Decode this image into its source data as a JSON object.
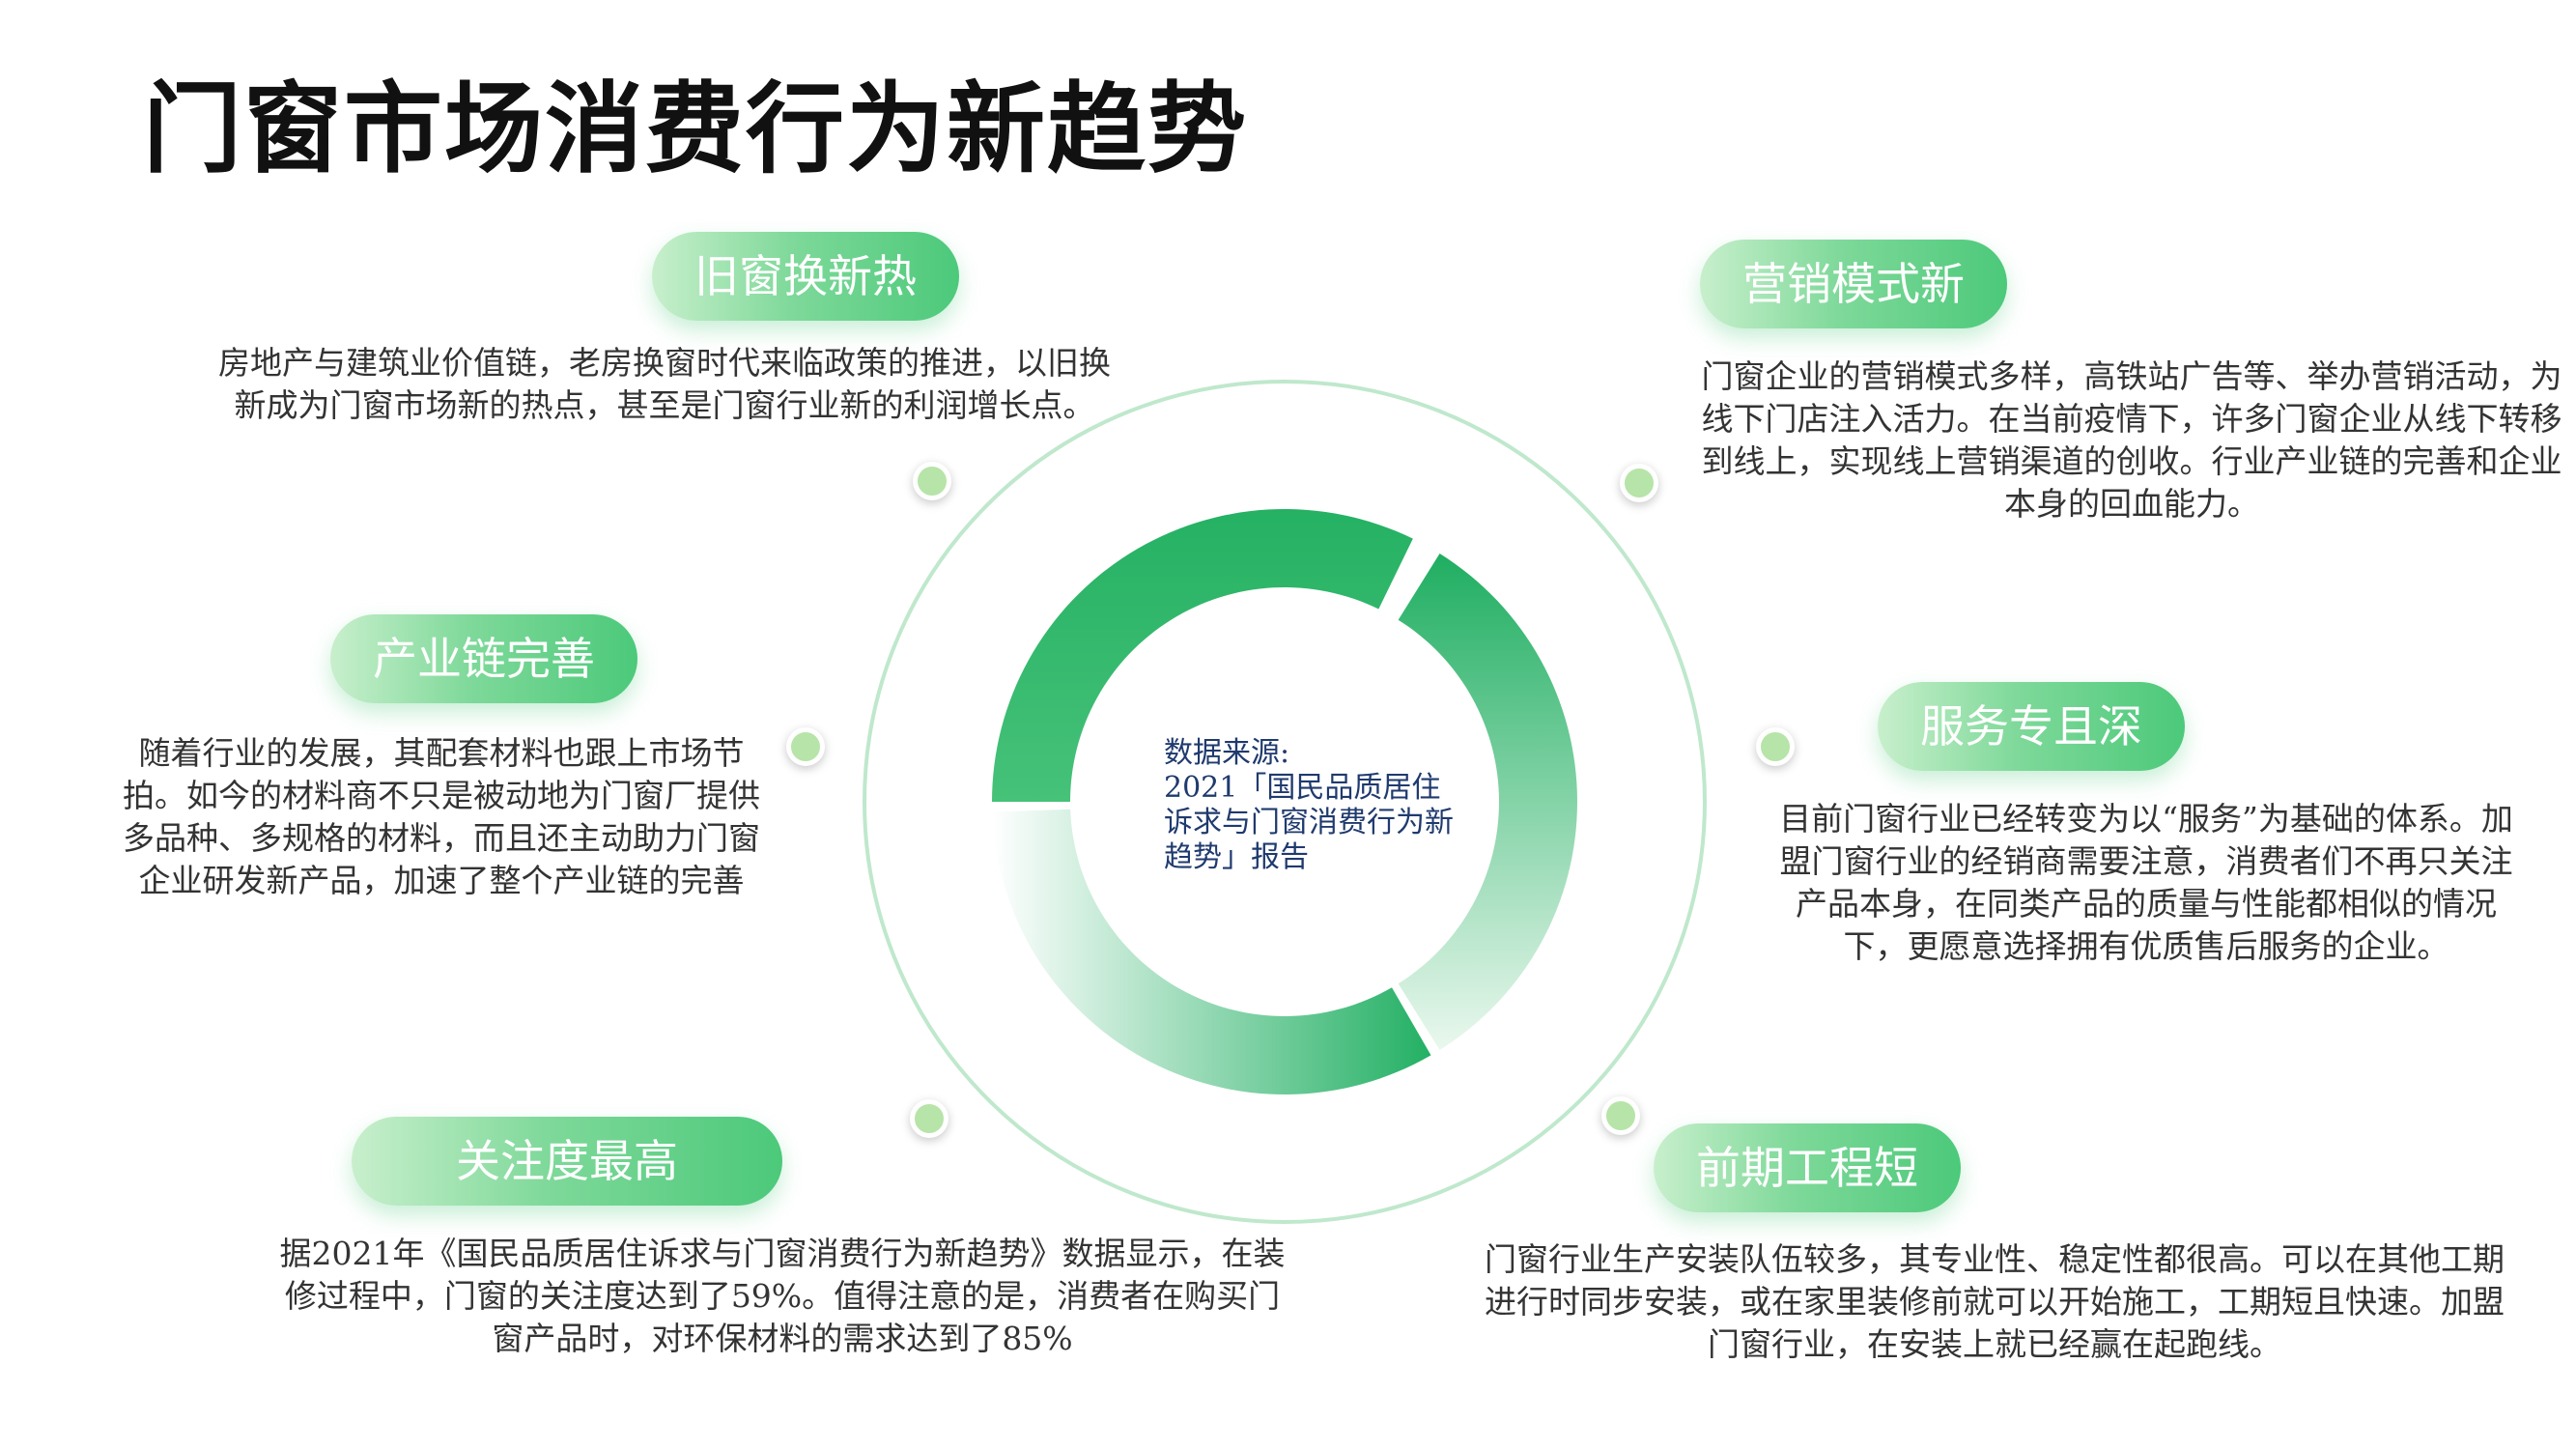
{
  "title": "门窗市场消费行为新趋势",
  "center": {
    "line1": "数据来源:",
    "line2": "2021「国民品质居住诉求与门窗消费行为新趋势」报告"
  },
  "colors": {
    "accent": "#4cc97a",
    "accent_light": "#c8efcc",
    "dot": "#b7e4a8",
    "center_text": "#1f3a6e"
  },
  "trends": [
    {
      "label": "旧窗换新热",
      "text": "房地产与建筑业价值链，老房换窗时代来临政策的推进，以旧换新成为门窗市场新的热点，甚至是门窗行业新的利润增长点。"
    },
    {
      "label": "营销模式新",
      "text": "门窗企业的营销模式多样，高铁站广告等、举办营销活动，为线下门店注入活力。在当前疫情下，许多门窗企业从线下转移到线上，实现线上营销渠道的创收。行业产业链的完善和企业本身的回血能力。"
    },
    {
      "label": "产业链完善",
      "text": "随着行业的发展，其配套材料也跟上市场节拍。如今的材料商不只是被动地为门窗厂提供多品种、多规格的材料，而且还主动助力门窗企业研发新产品，加速了整个产业链的完善"
    },
    {
      "label": "服务专且深",
      "text": "目前门窗行业已经转变为以“服务”为基础的体系。加盟门窗行业的经销商需要注意，消费者们不再只关注产品本身，在同类产品的质量与性能都相似的情况下，更愿意选择拥有优质售后服务的企业。"
    },
    {
      "label": "关注度最高",
      "text": "据2021年《国民品质居住诉求与门窗消费行为新趋势》数据显示，在装修过程中，门窗的关注度达到了59%。值得注意的是，消费者在购买门窗产品时，对环保材料的需求达到了85%"
    },
    {
      "label": "前期工程短",
      "text": "门窗行业生产安装队伍较多，其专业性、稳定性都很高。可以在其他工期进行时同步安装，或在家里装修前就可以开始施工，工期短且快速。加盟门窗行业，在安装上就已经赢在起跑线。"
    }
  ]
}
